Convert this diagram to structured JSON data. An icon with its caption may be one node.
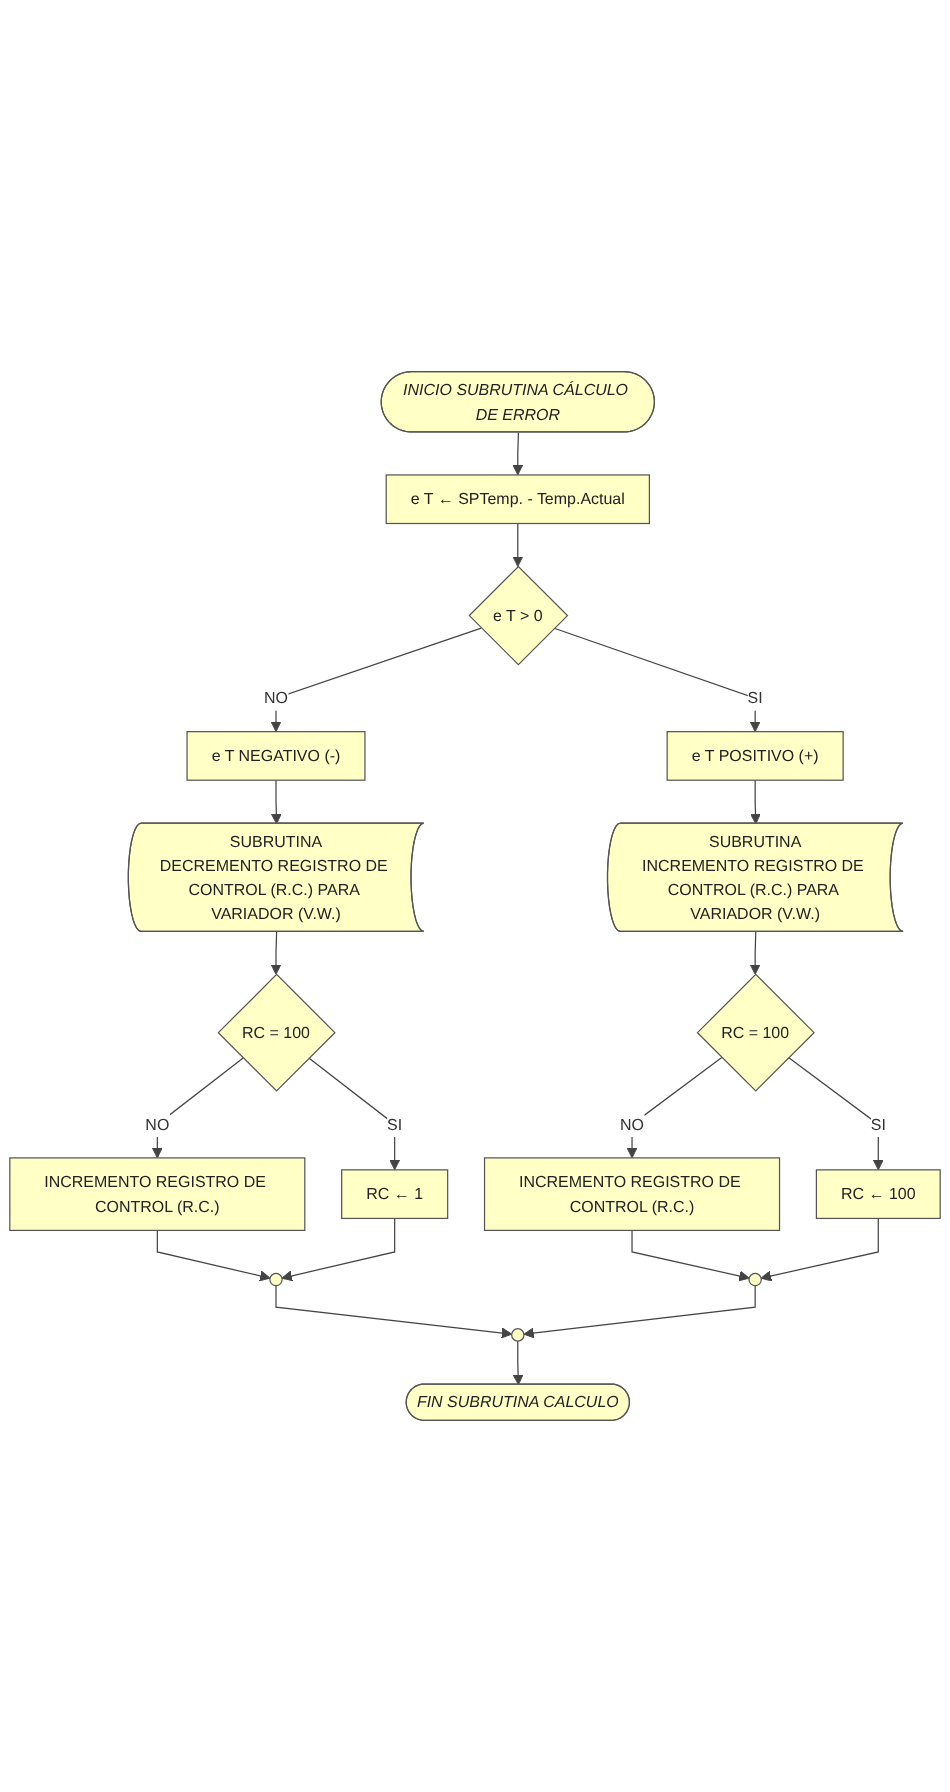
{
  "diagram": {
    "nodes": [
      {
        "text": [
          "INICIO SUBRUTINA CÁLCULO DE ERROR"
        ]
      },
      {
        "text": [
          "e T ← SPTemp. - Temp.Actual"
        ]
      },
      {
        "text": [
          "e T > 0"
        ]
      },
      {
        "text": [
          "e T POSITIVO (+)"
        ]
      },
      {
        "text": [
          "SUBRUTINA",
          "INCREMENTO REGISTRO DE CONTROL (R.C.) PARA VARIADOR (V.W.)"
        ]
      },
      {
        "text": [
          "e T NEGATIVO (-)"
        ]
      },
      {
        "text": [
          "SUBRUTINA",
          "DECREMENTO REGISTRO DE CONTROL (R.C.) PARA VARIADOR (V.W.)"
        ]
      },
      {
        "text": [
          "RC = 100"
        ]
      },
      {
        "text": [
          "RC ← 100"
        ]
      },
      {
        "text": [
          "INCREMENTO REGISTRO DE CONTROL (R.C.)"
        ]
      },
      {
        "text": [],
        "shape": "circle"
      },
      {
        "text": [
          "RC = 100"
        ]
      },
      {
        "text": [
          "RC ← 1"
        ]
      },
      {
        "text": [
          "INCREMENTO REGISTRO DE CONTROL (R.C.)"
        ]
      },
      {
        "text": [],
        "shape": "circle"
      },
      {
        "text": [],
        "shape": "circle"
      },
      {
        "text": [
          "FIN SUBRUTINA CALCULO"
        ]
      }
    ],
    "edges": [
      {
        "from": 0,
        "to": 1,
        "arrow": "to"
      },
      {
        "from": 1,
        "to": 2,
        "arrow": "to"
      },
      {
        "from": 2,
        "to": 3,
        "arrow": "to",
        "label": "SI"
      },
      {
        "from": 2,
        "to": 5,
        "arrow": "to",
        "label": "NO"
      },
      {
        "from": 3,
        "to": 4,
        "arrow": "to"
      },
      {
        "from": 5,
        "to": 6,
        "arrow": "to"
      },
      {
        "from": 4,
        "to": 7,
        "arrow": "to"
      },
      {
        "from": 7,
        "to": 8,
        "arrow": "to",
        "label": "SI"
      },
      {
        "from": 7,
        "to": 9,
        "arrow": "to",
        "label": "NO"
      },
      {
        "from": 9,
        "to": 10,
        "arrow": "to"
      },
      {
        "from": 8,
        "to": 10,
        "arrow": "to"
      },
      {
        "from": 6,
        "to": 11,
        "arrow": "to"
      },
      {
        "from": 11,
        "to": 12,
        "arrow": "to",
        "label": "SI"
      },
      {
        "from": 11,
        "to": 13,
        "arrow": "to",
        "label": "NO"
      },
      {
        "from": 13,
        "to": 14,
        "arrow": "to"
      },
      {
        "from": 12,
        "to": 14,
        "arrow": "to"
      },
      {
        "from": 14,
        "to": 15,
        "arrow": "to"
      },
      {
        "from": 10,
        "to": 15,
        "arrow": "to"
      },
      {
        "from": 15,
        "to": 16,
        "arrow": "to"
      }
    ]
  }
}
